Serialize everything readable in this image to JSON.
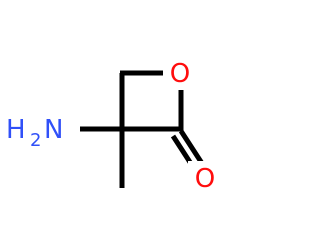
{
  "molecule": {
    "atoms": {
      "amine_h": "H",
      "amine_h_count": "2",
      "amine_n": "N",
      "ring_oxygen": "O",
      "carbonyl_oxygen": "O"
    },
    "colors": {
      "bond": "#000000",
      "nitrogen": "#3050f8",
      "oxygen": "#ff0d0d"
    }
  }
}
